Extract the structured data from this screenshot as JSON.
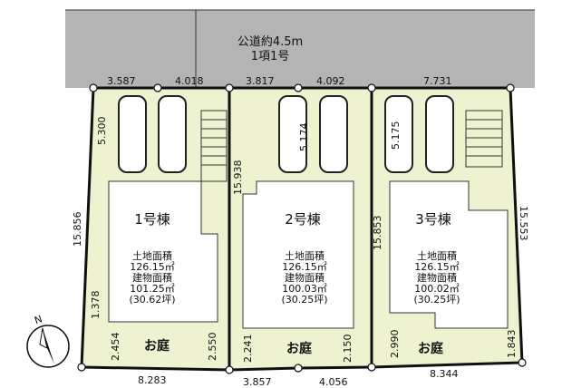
{
  "road": {
    "line1": "公道約4.5m",
    "line2": "1項1号"
  },
  "top_dims": [
    "3.587",
    "4.018",
    "3.817",
    "4.092",
    "7.731"
  ],
  "bottom_dims": [
    "8.283",
    "3.857",
    "4.056",
    "8.344"
  ],
  "side_dims": {
    "lot1_left": "15.856",
    "lot1_parking": "5.300",
    "lot1_rear_gap": "1.378",
    "lot1_garden_left": "2.454",
    "lot1_garden_right": "2.550",
    "lot2_left": "15.938",
    "lot2_parking": "5.174",
    "lot2_garden_left": "2.241",
    "lot2_garden_right": "2.150",
    "lot3_left": "15.853",
    "lot3_parking": "5.175",
    "lot3_right": "15.553",
    "lot3_garden_left": "2.990",
    "lot3_garden_right": "1.843"
  },
  "lots": [
    {
      "title": "1号棟",
      "land_label": "土地面積",
      "land": "126.15㎡",
      "building_label": "建物面積",
      "building": "101.25㎡",
      "tsubo": "(30.62坪)",
      "garden": "お庭"
    },
    {
      "title": "2号棟",
      "land_label": "土地面積",
      "land": "126.15㎡",
      "building_label": "建物面積",
      "building": "100.03㎡",
      "tsubo": "(30.25坪)",
      "garden": "お庭"
    },
    {
      "title": "3号棟",
      "land_label": "土地面積",
      "land": "126.15㎡",
      "building_label": "建物面積",
      "building": "100.02㎡",
      "tsubo": "(30.25坪)",
      "garden": "お庭"
    }
  ],
  "compass": {
    "label": "N"
  },
  "colors": {
    "road": "#b4b4b4",
    "lot": "#eef2d0",
    "building": "#ffffff",
    "line": "#111111"
  }
}
